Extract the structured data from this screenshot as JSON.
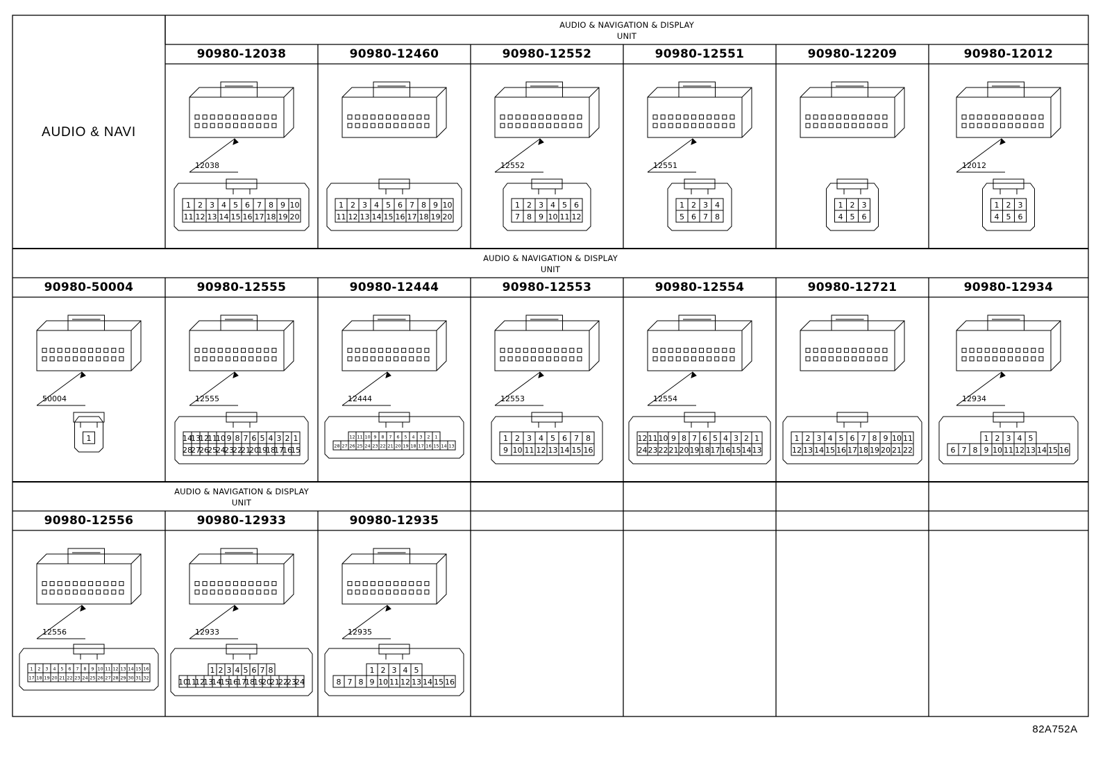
{
  "side_label": "AUDIO & NAVI",
  "rows": [
    {
      "group_label": "AUDIO & NAVIGATION & DISPLAY\nUNIT",
      "parts": [
        {
          "part_no": "",
          "callout": ""
        },
        {
          "part_no": "90980-12038",
          "callout": "12038",
          "pin_rows": [
            [
              "1",
              "2",
              "3",
              "4",
              "5",
              "6",
              "7",
              "8",
              "9",
              "10"
            ],
            [
              "11",
              "12",
              "13",
              "14",
              "15",
              "16",
              "17",
              "18",
              "19",
              "20"
            ]
          ]
        },
        {
          "part_no": "90980-12460",
          "callout": "",
          "pin_rows": [
            [
              "1",
              "2",
              "3",
              "4",
              "5",
              "6",
              "7",
              "8",
              "9",
              "10"
            ],
            [
              "11",
              "12",
              "13",
              "14",
              "15",
              "16",
              "17",
              "18",
              "19",
              "20"
            ]
          ]
        },
        {
          "part_no": "90980-12552",
          "callout": "12552",
          "pin_rows": [
            [
              "1",
              "2",
              "3",
              "4",
              "5",
              "6"
            ],
            [
              "7",
              "8",
              "9",
              "10",
              "11",
              "12"
            ]
          ]
        },
        {
          "part_no": "90980-12551",
          "callout": "12551",
          "pin_rows": [
            [
              "1",
              "2",
              "3",
              "4"
            ],
            [
              "5",
              "6",
              "7",
              "8"
            ]
          ]
        },
        {
          "part_no": "90980-12209",
          "callout": "",
          "pin_rows": [
            [
              "1",
              "2",
              "3"
            ],
            [
              "4",
              "5",
              "6"
            ]
          ]
        },
        {
          "part_no": "90980-12012",
          "callout": "12012",
          "pin_rows": [
            [
              "1",
              "2",
              "3"
            ],
            [
              "4",
              "5",
              "6"
            ]
          ]
        }
      ]
    },
    {
      "group_label": "AUDIO & NAVIGATION & DISPLAY\nUNIT",
      "parts": [
        {
          "part_no": "90980-50004",
          "callout": "50004",
          "pin_rows": [
            [
              "1"
            ]
          ]
        },
        {
          "part_no": "90980-12555",
          "callout": "12555",
          "pin_rows": [
            [
              "14",
              "13",
              "12",
              "11",
              "10",
              "9",
              "8",
              "7",
              "6",
              "5",
              "4",
              "3",
              "2",
              "1"
            ],
            [
              "28",
              "27",
              "26",
              "25",
              "24",
              "23",
              "22",
              "21",
              "20",
              "19",
              "18",
              "17",
              "16",
              "15"
            ]
          ]
        },
        {
          "part_no": "90980-12444",
          "callout": "12444",
          "pin_rows": [
            [
              "12",
              "11",
              "10",
              "9",
              "8",
              "7",
              "6",
              "5",
              "4",
              "3",
              "2",
              "1"
            ],
            [
              "28",
              "27",
              "26",
              "25",
              "24",
              "23",
              "22",
              "21",
              "20",
              "19",
              "18",
              "17",
              "16",
              "15",
              "14",
              "13"
            ]
          ]
        },
        {
          "part_no": "90980-12553",
          "callout": "12553",
          "pin_rows": [
            [
              "1",
              "2",
              "3",
              "4",
              "5",
              "6",
              "7",
              "8"
            ],
            [
              "9",
              "10",
              "11",
              "12",
              "13",
              "14",
              "15",
              "16"
            ]
          ]
        },
        {
          "part_no": "90980-12554",
          "callout": "12554",
          "pin_rows": [
            [
              "12",
              "11",
              "10",
              "9",
              "8",
              "7",
              "6",
              "5",
              "4",
              "3",
              "2",
              "1"
            ],
            [
              "24",
              "23",
              "22",
              "21",
              "20",
              "19",
              "18",
              "17",
              "16",
              "15",
              "14",
              "13"
            ]
          ]
        },
        {
          "part_no": "90980-12721",
          "callout": "",
          "pin_rows": [
            [
              "1",
              "2",
              "3",
              "4",
              "5",
              "6",
              "7",
              "8",
              "9",
              "10",
              "11"
            ],
            [
              "12",
              "13",
              "14",
              "15",
              "16",
              "17",
              "18",
              "19",
              "20",
              "21",
              "22"
            ]
          ]
        },
        {
          "part_no": "90980-12934",
          "callout": "12934",
          "pin_rows": [
            [
              "1",
              "2",
              "3",
              "4",
              "5"
            ],
            [
              "6",
              "7",
              "8",
              "9",
              "10",
              "11",
              "12",
              "13",
              "14",
              "15",
              "16"
            ]
          ]
        }
      ]
    },
    {
      "group_label": "AUDIO & NAVIGATION & DISPLAY\nUNIT",
      "parts": [
        {
          "part_no": "90980-12556",
          "callout": "12556",
          "pin_rows": [
            [
              "1",
              "2",
              "3",
              "4",
              "5",
              "6",
              "7",
              "8",
              "9",
              "10",
              "11",
              "12",
              "13",
              "14",
              "15",
              "16"
            ],
            [
              "17",
              "18",
              "19",
              "20",
              "21",
              "22",
              "23",
              "24",
              "25",
              "26",
              "27",
              "28",
              "29",
              "30",
              "31",
              "32"
            ]
          ]
        },
        {
          "part_no": "90980-12933",
          "callout": "12933",
          "pin_rows": [
            [
              "1",
              "2",
              "3",
              "4",
              "5",
              "6",
              "7",
              "8"
            ],
            [
              "10",
              "11",
              "12",
              "13",
              "14",
              "15",
              "16",
              "17",
              "18",
              "19",
              "20",
              "21",
              "22",
              "23",
              "24"
            ]
          ]
        },
        {
          "part_no": "90980-12935",
          "callout": "12935",
          "pin_rows": [
            [
              "1",
              "2",
              "3",
              "4",
              "5"
            ],
            [
              "8",
              "7",
              "8",
              "9",
              "10",
              "11",
              "12",
              "13",
              "14",
              "15",
              "16"
            ]
          ]
        },
        {
          "part_no": "",
          "callout": ""
        },
        {
          "part_no": "",
          "callout": ""
        },
        {
          "part_no": "",
          "callout": ""
        },
        {
          "part_no": "",
          "callout": ""
        }
      ]
    }
  ],
  "figure_ref": "82A752A",
  "colors": {
    "ink": "#000000",
    "paper": "#ffffff"
  }
}
